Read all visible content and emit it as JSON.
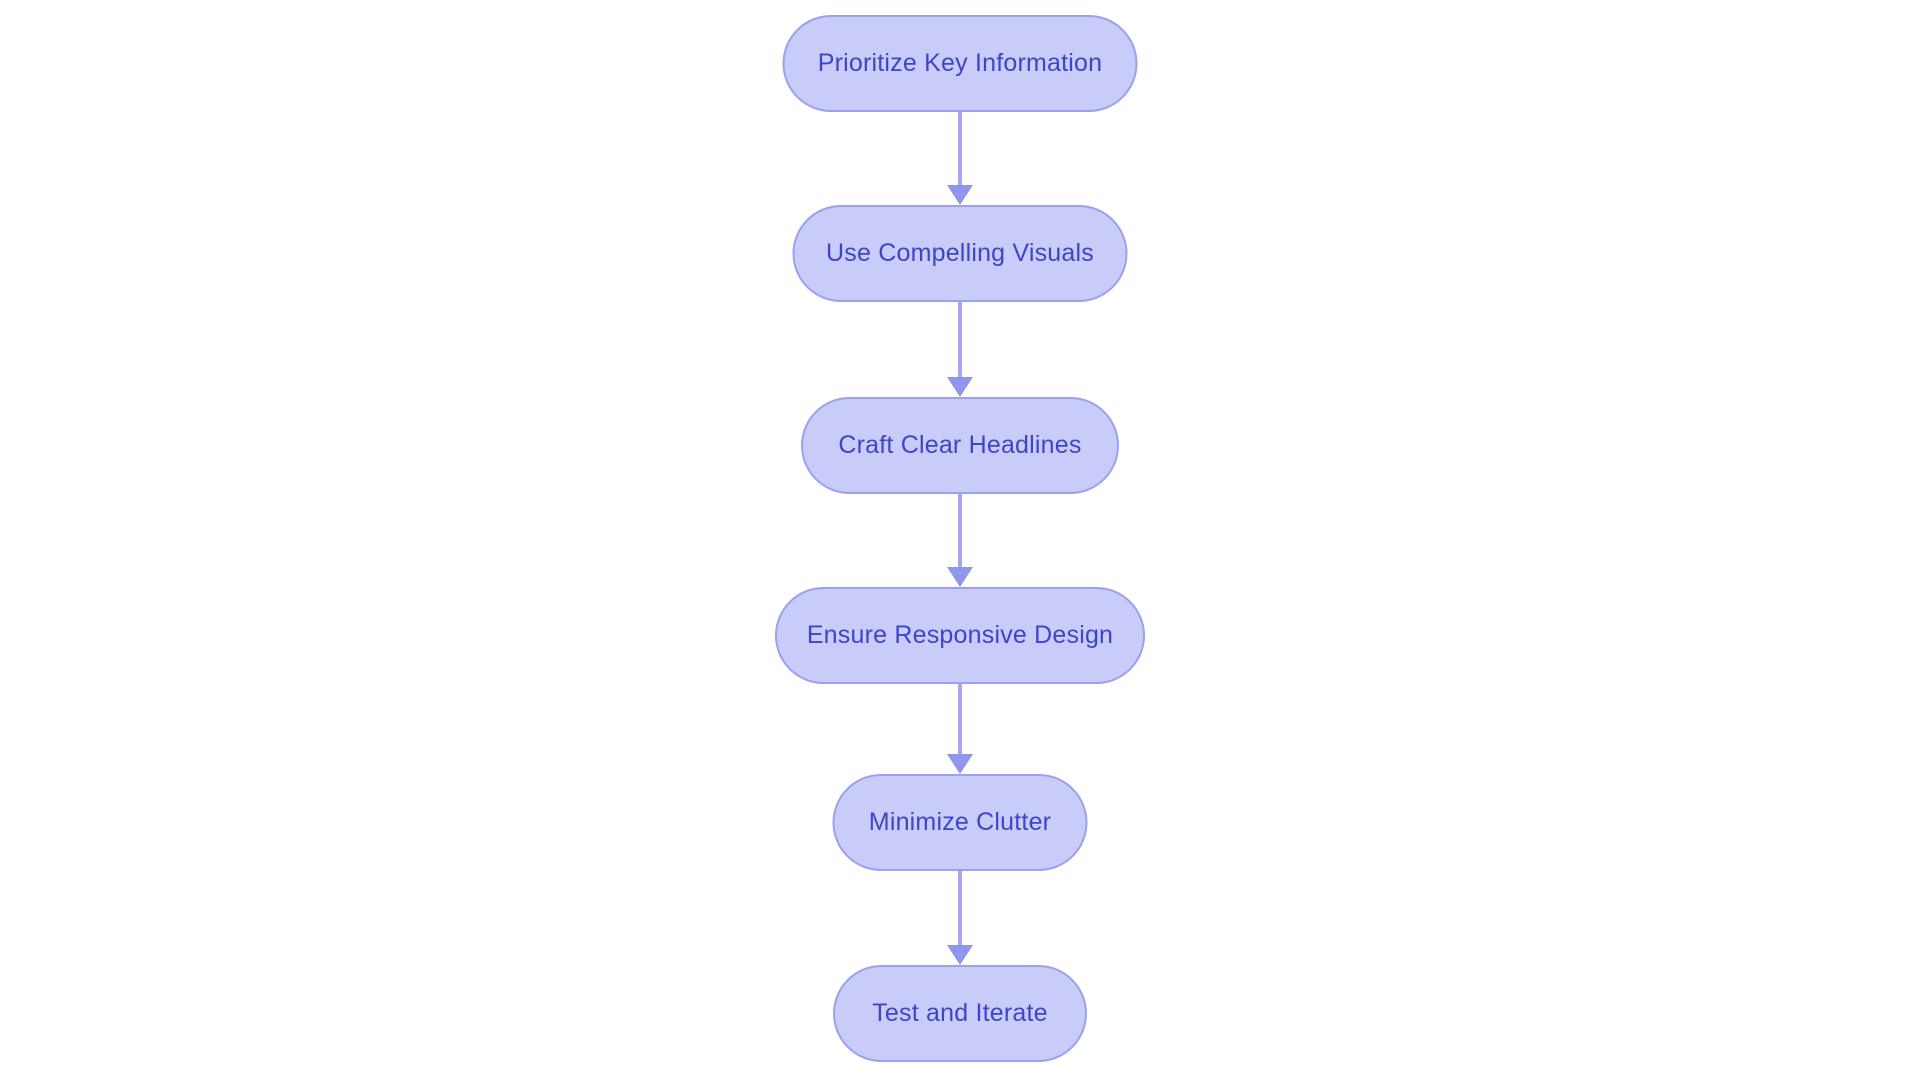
{
  "diagram": {
    "type": "flowchart",
    "direction": "top-down",
    "nodes": [
      {
        "id": 1,
        "label": "Prioritize Key Information"
      },
      {
        "id": 2,
        "label": "Use Compelling Visuals"
      },
      {
        "id": 3,
        "label": "Craft Clear Headlines"
      },
      {
        "id": 4,
        "label": "Ensure Responsive Design"
      },
      {
        "id": 5,
        "label": "Minimize Clutter"
      },
      {
        "id": 6,
        "label": "Test and Iterate"
      }
    ],
    "edges": [
      {
        "from": "Prioritize Key Information",
        "to": "Use Compelling Visuals"
      },
      {
        "from": "Use Compelling Visuals",
        "to": "Craft Clear Headlines"
      },
      {
        "from": "Craft Clear Headlines",
        "to": "Ensure Responsive Design"
      },
      {
        "from": "Ensure Responsive Design",
        "to": "Minimize Clutter"
      },
      {
        "from": "Minimize Clutter",
        "to": "Test and Iterate"
      }
    ],
    "colors": {
      "background": "#ffffff",
      "node_fill": "#c9cbf8",
      "node_border": "#9aa1f0",
      "node_text": "#3d45cb",
      "arrow_shaft": "#a2a7f1",
      "arrow_head": "#8f96ee"
    }
  }
}
